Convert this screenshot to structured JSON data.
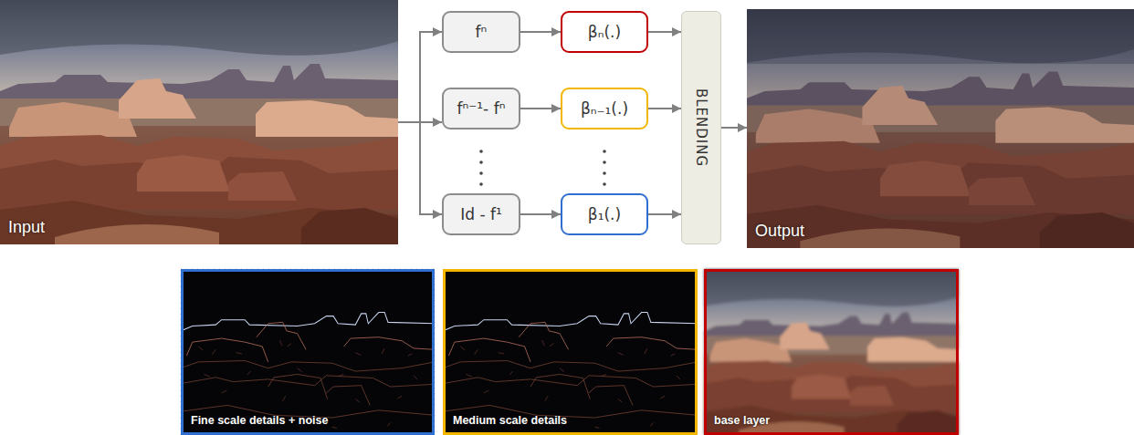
{
  "diagram": {
    "nodes": [
      {
        "text": [
          "Input"
        ]
      },
      {
        "text": [
          "fⁿ"
        ]
      },
      {
        "text": [
          "βₙ(.)"
        ]
      },
      {
        "text": [
          "fⁿ⁻¹- fⁿ"
        ]
      },
      {
        "text": [
          "βₙ₋₁(.)"
        ]
      },
      {
        "text": [
          "Id - f¹"
        ]
      },
      {
        "text": [
          "β₁(.)"
        ]
      },
      {
        "text": [
          "BLENDING"
        ]
      },
      {
        "text": [
          "Output"
        ]
      },
      {
        "text": [
          "Fine scale details + noise"
        ]
      },
      {
        "text": [
          "Medium scale details"
        ]
      },
      {
        "text": [
          "base layer"
        ]
      }
    ],
    "edges": [
      {
        "from": 0,
        "to": 1,
        "arrow": "to"
      },
      {
        "from": 0,
        "to": 3,
        "arrow": "to"
      },
      {
        "from": 0,
        "to": 5,
        "arrow": "to"
      },
      {
        "from": 1,
        "to": 2,
        "arrow": "to"
      },
      {
        "from": 3,
        "to": 4,
        "arrow": "to"
      },
      {
        "from": 5,
        "to": 6,
        "arrow": "to"
      },
      {
        "from": 2,
        "to": 7,
        "arrow": "to"
      },
      {
        "from": 4,
        "to": 7,
        "arrow": "to"
      },
      {
        "from": 6,
        "to": 7,
        "arrow": "to"
      },
      {
        "from": 7,
        "to": 8,
        "arrow": "to"
      }
    ]
  }
}
